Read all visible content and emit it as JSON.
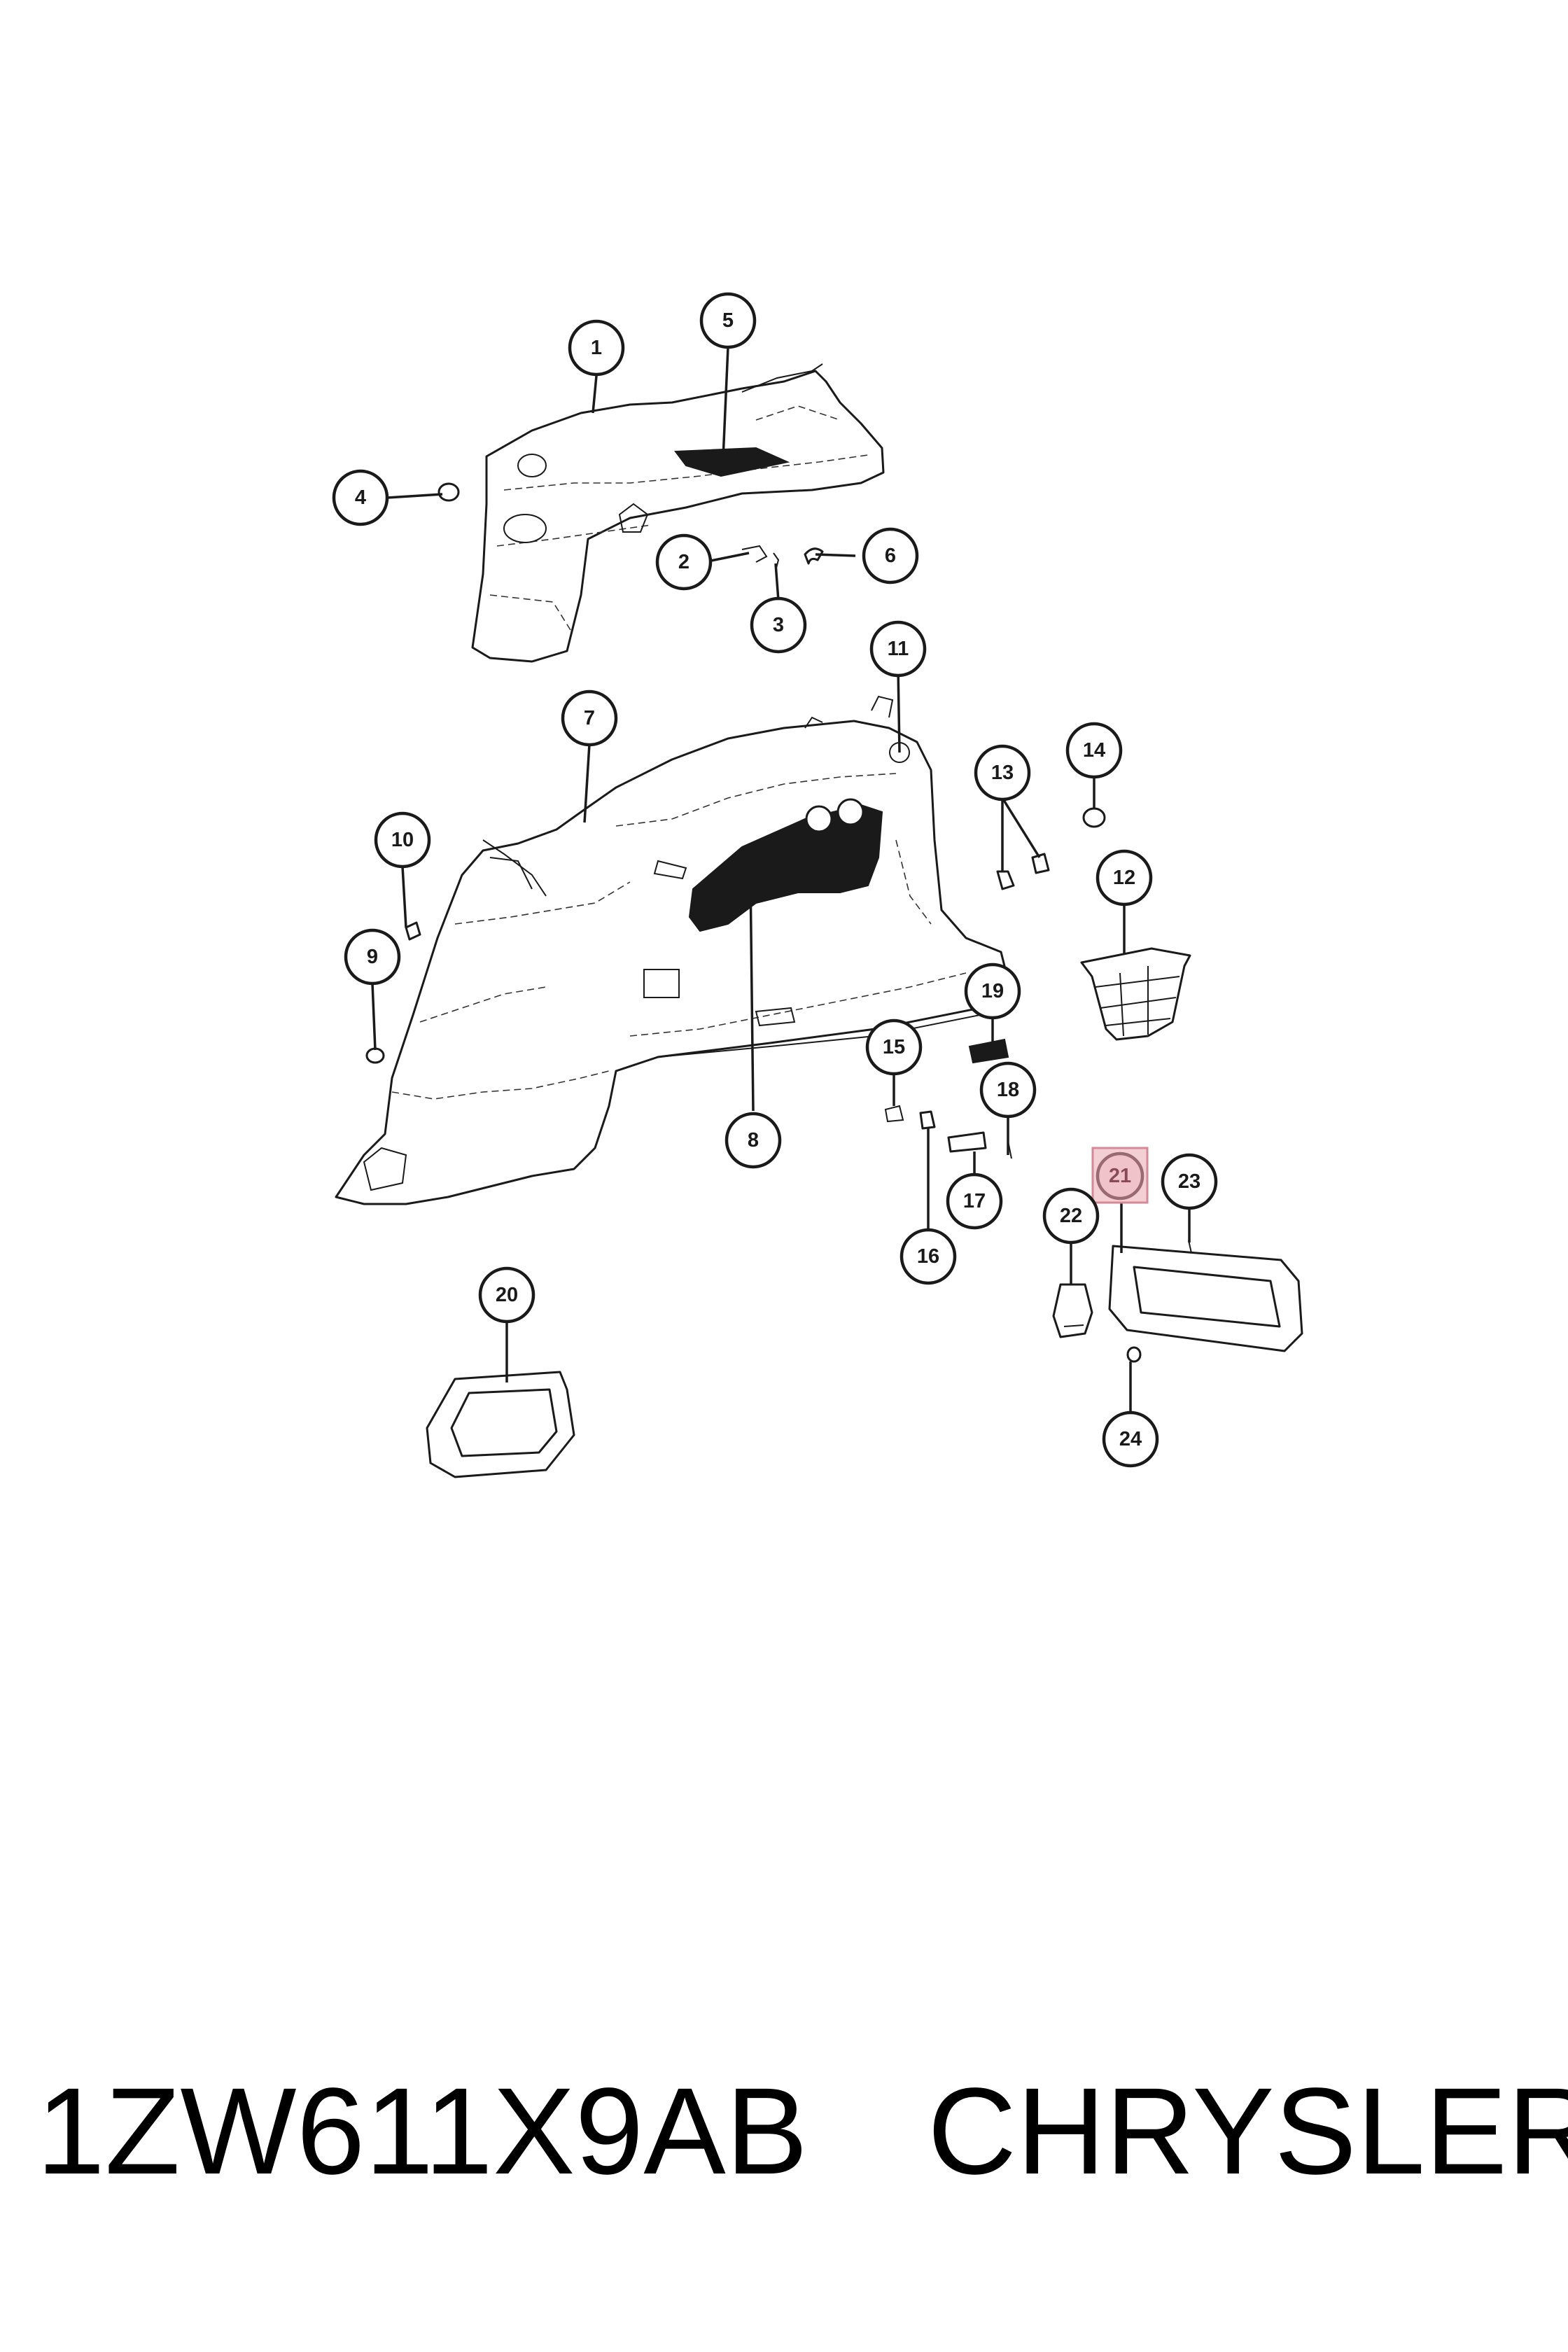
{
  "callouts": [
    {
      "label": "1"
    },
    {
      "label": "2"
    },
    {
      "label": "3"
    },
    {
      "label": "4"
    },
    {
      "label": "5"
    },
    {
      "label": "6"
    },
    {
      "label": "7"
    },
    {
      "label": "8"
    },
    {
      "label": "9"
    },
    {
      "label": "10"
    },
    {
      "label": "11"
    },
    {
      "label": "12"
    },
    {
      "label": "13"
    },
    {
      "label": "14"
    },
    {
      "label": "15"
    },
    {
      "label": "16"
    },
    {
      "label": "17"
    },
    {
      "label": "18"
    },
    {
      "label": "19"
    },
    {
      "label": "20"
    },
    {
      "label": "21"
    },
    {
      "label": "22"
    },
    {
      "label": "23"
    },
    {
      "label": "24"
    }
  ],
  "highlighted_callout": "21",
  "colors": {
    "line": "#1a1a1a",
    "highlight_fill": "#f0c3ca",
    "highlight_border": "#d48a96"
  },
  "footer": {
    "part_number": "1ZW611X9AB",
    "brand": "CHRYSLER"
  }
}
